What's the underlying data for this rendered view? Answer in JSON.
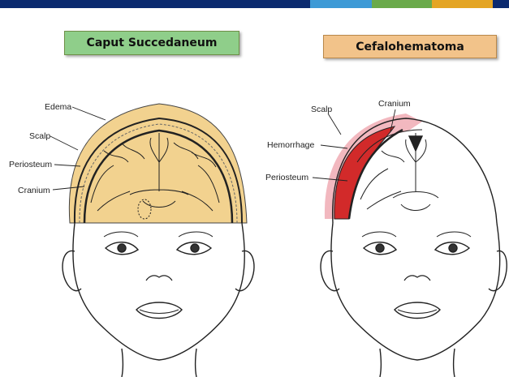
{
  "colors": {
    "header_segments": [
      "#0b2a6f",
      "#3d9ad6",
      "#6aaa4a",
      "#e4a524",
      "#0b2a6f"
    ],
    "title_left_bg": "#8fce8a",
    "title_right_bg": "#f2c38a",
    "edema": "#f2d28f",
    "hemorrhage": "#d22a2a",
    "scalp_highlight": "#f2b8bf",
    "line": "#222222"
  },
  "left": {
    "title": "Caput Succedaneum",
    "labels": {
      "edema": "Edema",
      "scalp": "Scalp",
      "periosteum": "Periosteum",
      "cranium": "Cranium"
    }
  },
  "right": {
    "title": "Cefalohematoma",
    "labels": {
      "scalp": "Scalp",
      "cranium": "Cranium",
      "hemorrhage": "Hemorrhage",
      "periosteum": "Periosteum"
    }
  }
}
